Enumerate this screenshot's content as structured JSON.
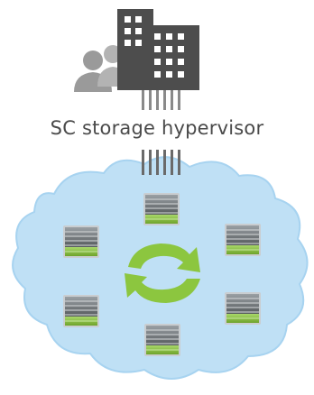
{
  "title": "SC storage hypervisor",
  "colors": {
    "building": "#4d4d4d",
    "people": "#9a9a9a",
    "cloud": "#bfe0f5",
    "cloud_edge": "#a7d3f0",
    "connector": "#6a6a6a",
    "arrow": "#8cc63f",
    "server_body": "#6f7478",
    "server_green": "#8cc63f"
  },
  "icons": {
    "building": "office-building-icon",
    "people": "users-icon",
    "sync": "sync-arrows-icon",
    "server": "storage-server-icon"
  },
  "servers": [
    {
      "id": "top"
    },
    {
      "id": "upper-left"
    },
    {
      "id": "upper-right"
    },
    {
      "id": "lower-left"
    },
    {
      "id": "lower-right"
    },
    {
      "id": "bottom"
    }
  ]
}
